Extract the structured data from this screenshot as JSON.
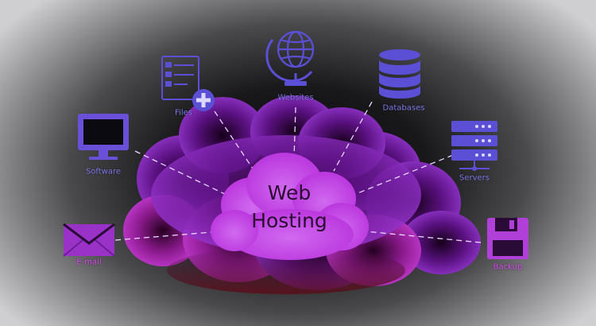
{
  "center": {
    "line1": "Web",
    "line2": "Hosting"
  },
  "nodes": {
    "files": "Files",
    "websites": "Websites",
    "databases": "Databases",
    "software": "Software",
    "servers": "Servers",
    "email": "E-mail",
    "backup": "Backup"
  },
  "colors": {
    "icon": "#5b4fd6",
    "pink": "#d94cf0",
    "cloud_main": "#7b1fa2",
    "center_cloud": "#c040e0",
    "connector": "#e9d7ff"
  },
  "icons": {
    "files": "form-add-icon",
    "websites": "globe-icon",
    "databases": "database-icon",
    "software": "monitor-icon",
    "servers": "server-rack-icon",
    "email": "envelope-icon",
    "backup": "floppy-disk-icon"
  }
}
